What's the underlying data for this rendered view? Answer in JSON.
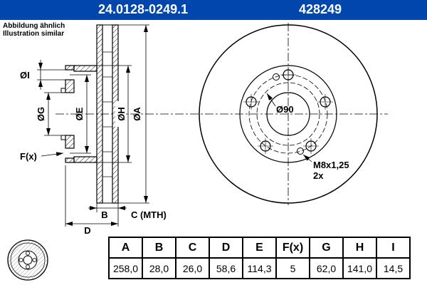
{
  "colors": {
    "header_bar": "#0046AD",
    "line": "#000000"
  },
  "header": {
    "part_number": "24.0128-0249.1",
    "ref_number": "428249"
  },
  "note": {
    "line1": "Abbildung ähnlich",
    "line2": "Illustration similar"
  },
  "drawing": {
    "labels": {
      "dia_i": "ØI",
      "dia_g": "ØG",
      "dia_e": "ØE",
      "dia_h": "ØH",
      "dia_a": "ØA",
      "f_x": "F(x)",
      "b": "B",
      "c_mth": "C (MTH)",
      "d": "D",
      "bolt_circle": "Ø90",
      "thread": "M8x1,25",
      "thread_qty": "2x"
    }
  },
  "table": {
    "columns": [
      {
        "label": "A",
        "value": "258,0"
      },
      {
        "label": "B",
        "value": "28,0"
      },
      {
        "label": "C",
        "value": "26,0"
      },
      {
        "label": "D",
        "value": "58,6"
      },
      {
        "label": "E",
        "value": "114,3"
      },
      {
        "label": "F(x)",
        "value": "5"
      },
      {
        "label": "G",
        "value": "62,0"
      },
      {
        "label": "H",
        "value": "141,0"
      },
      {
        "label": "I",
        "value": "14,5"
      }
    ]
  }
}
